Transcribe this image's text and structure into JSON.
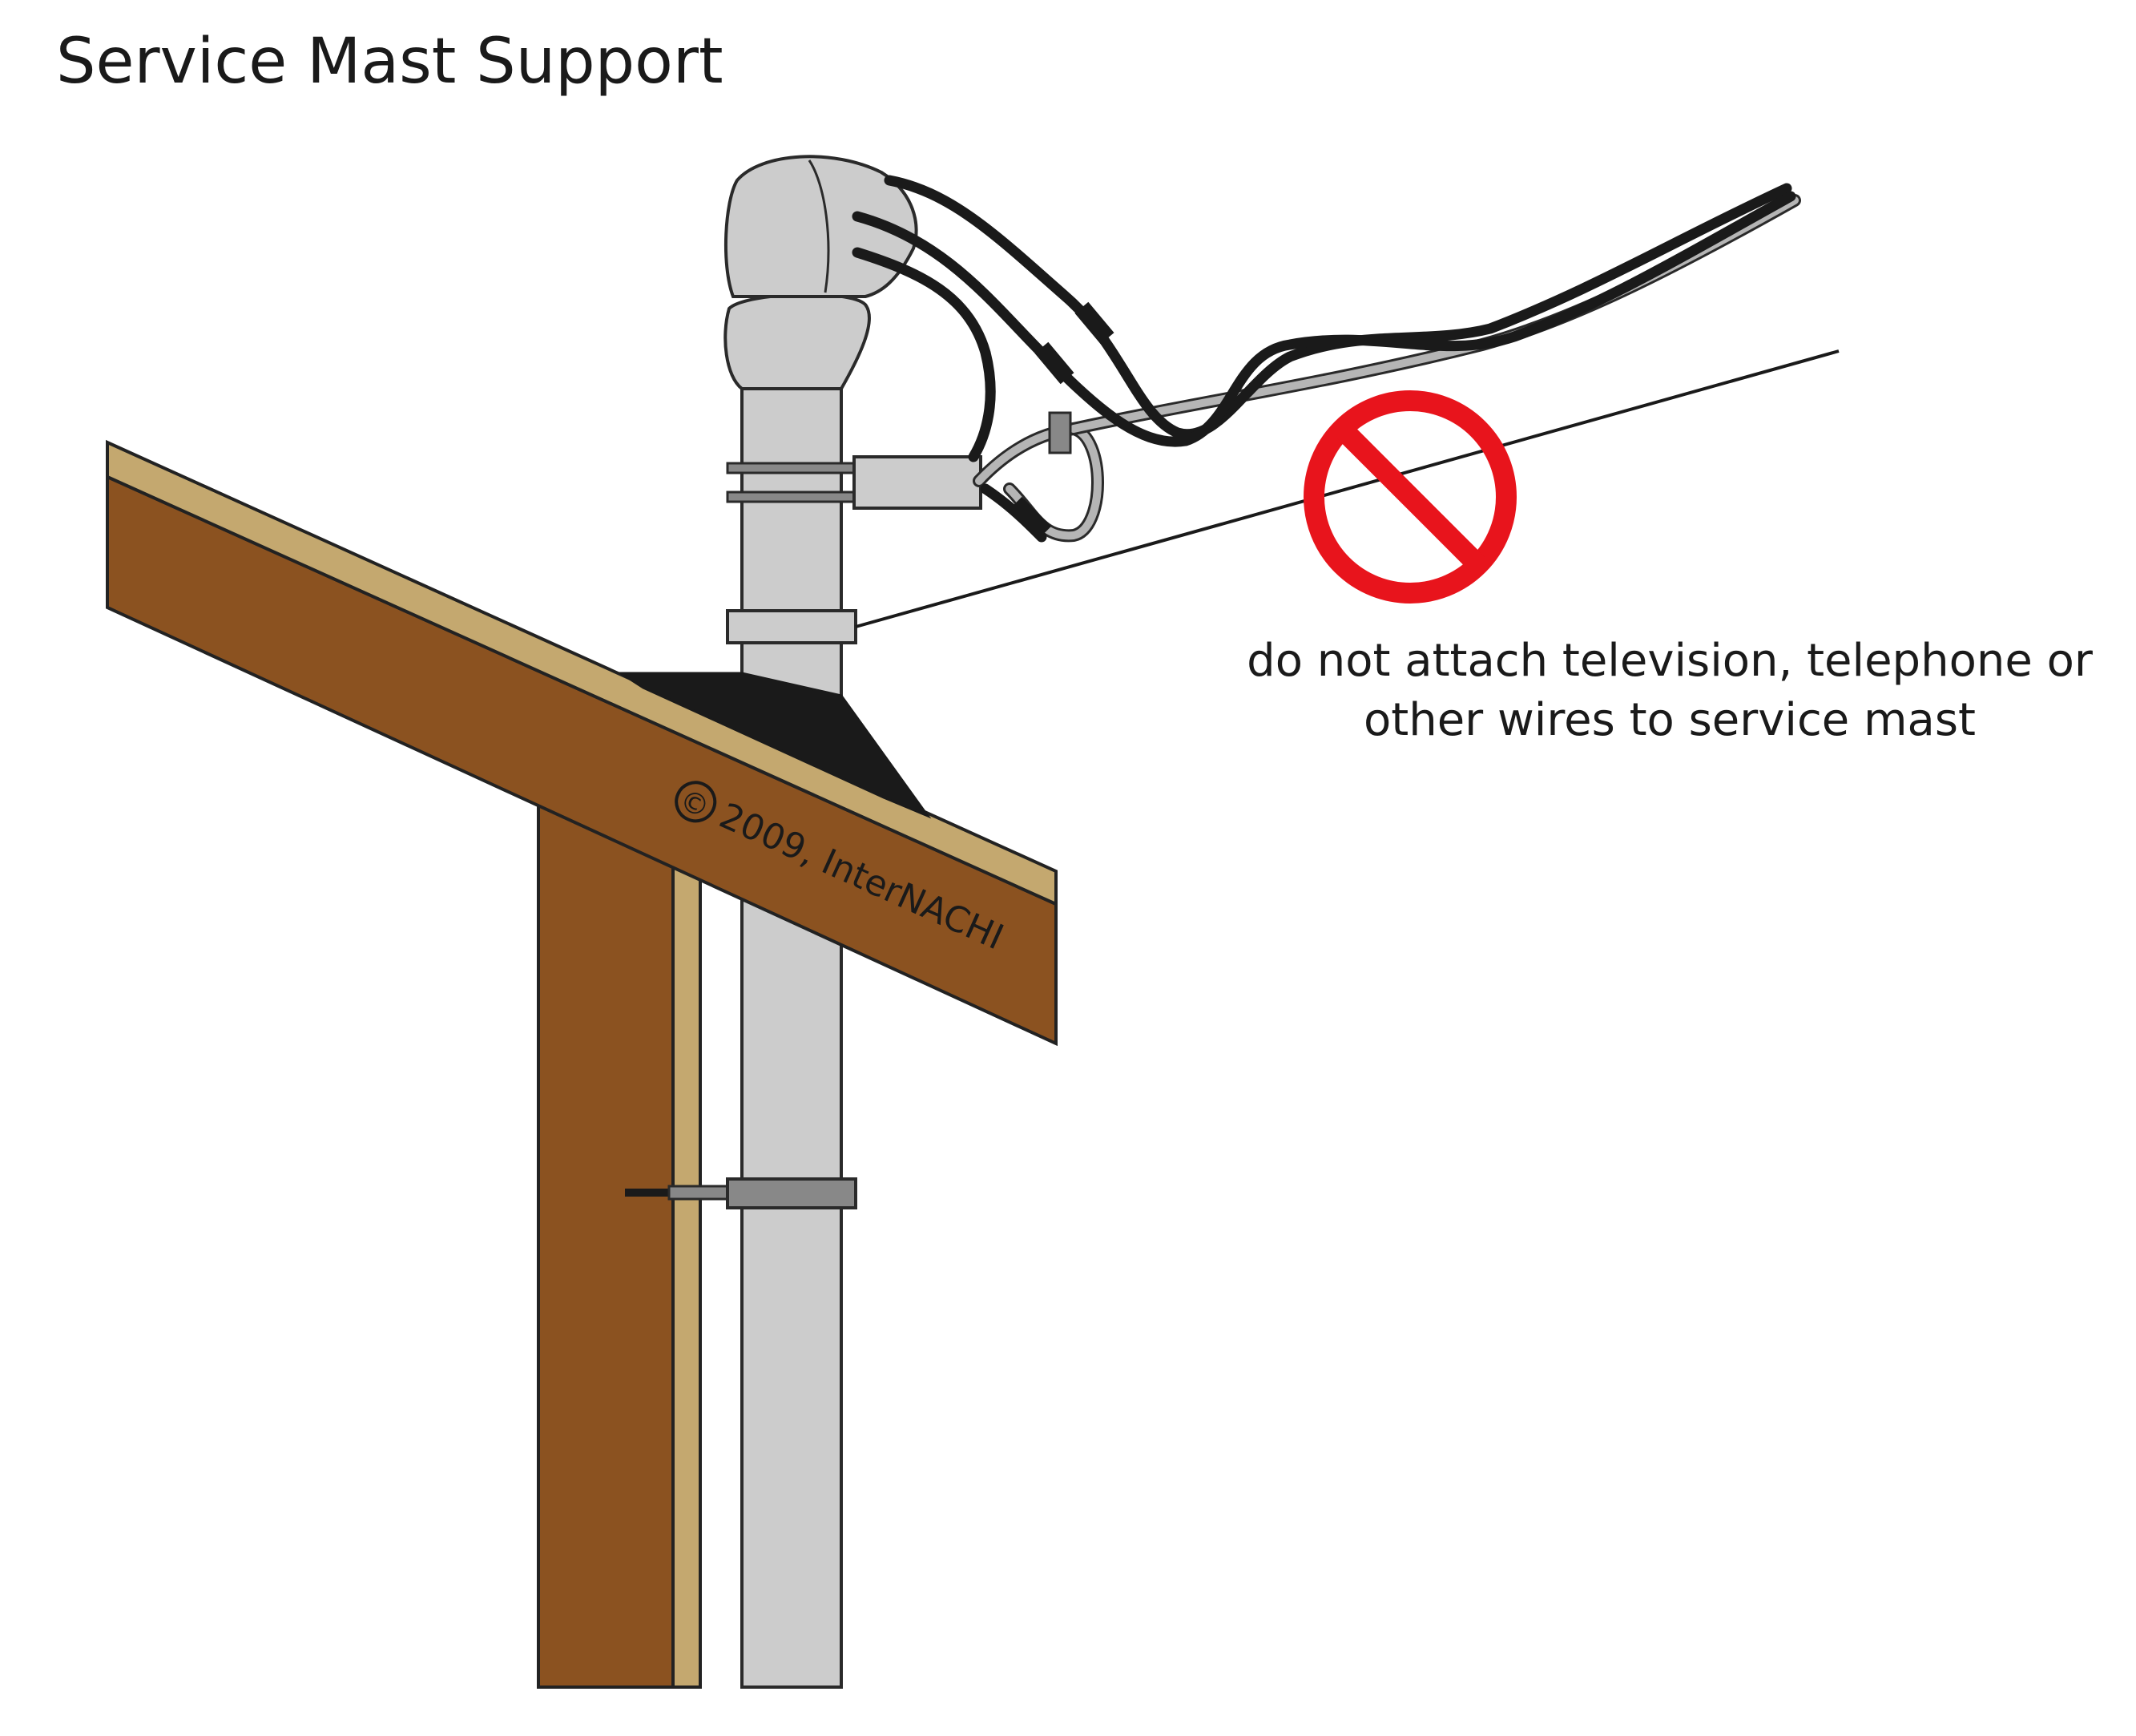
{
  "diagram": {
    "title": "Service Mast Support",
    "warning": {
      "line1": "do not attach television, telephone or",
      "line2": "other wires to service mast",
      "symbol": "prohibition-icon",
      "symbol_color": "#e8141c"
    },
    "copyright": "2009, InterNACHI",
    "copyright_symbol": "©"
  },
  "colors": {
    "wood": "#8b5220",
    "sheathing": "#c4a86f",
    "mast": "#cccccc",
    "mast_outline": "#2a2a2a",
    "flashing": "#1a1a1a",
    "wire_black": "#1a1a1a",
    "wire_neutral": "#b5b5b5"
  }
}
